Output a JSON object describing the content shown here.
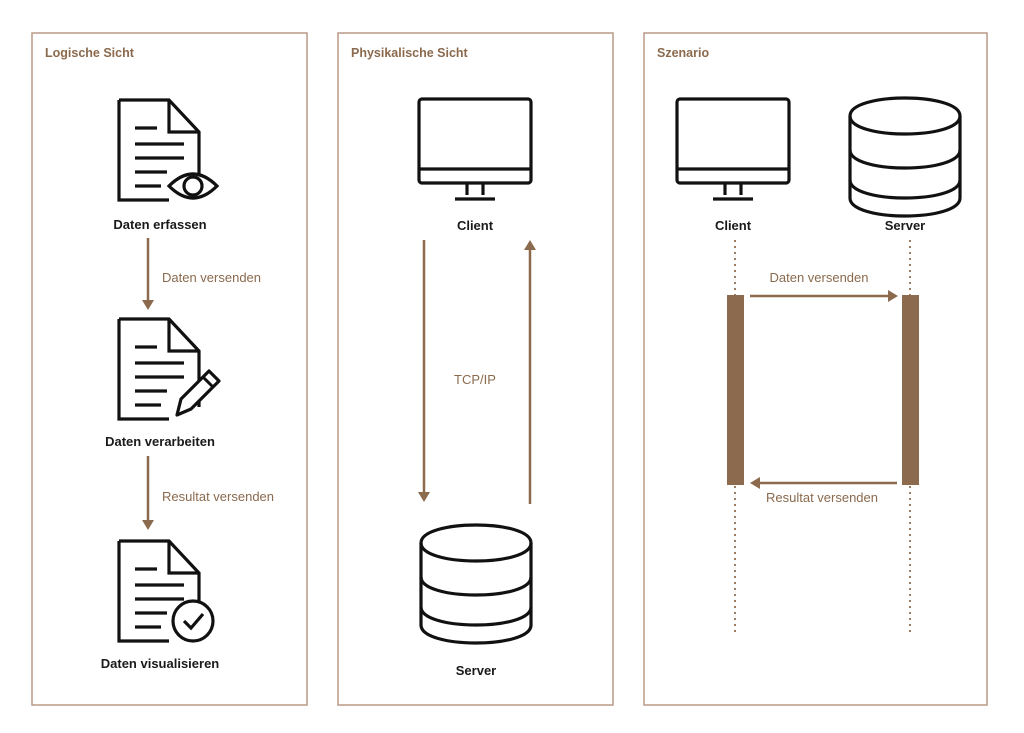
{
  "colors": {
    "accent": "#8b6a4e",
    "border": "#b89a86",
    "icon": "#111111"
  },
  "logical": {
    "title": "Logische Sicht",
    "steps": [
      "Daten erfassen",
      "Daten verarbeiten",
      "Daten visualisieren"
    ],
    "transitions": [
      "Daten versenden",
      "Resultat versenden"
    ]
  },
  "physical": {
    "title": "Physikalische Sicht",
    "client": "Client",
    "server": "Server",
    "protocol": "TCP/IP"
  },
  "scenario": {
    "title": "Szenario",
    "client": "Client",
    "server": "Server",
    "request": "Daten versenden",
    "response": "Resultat versenden"
  }
}
